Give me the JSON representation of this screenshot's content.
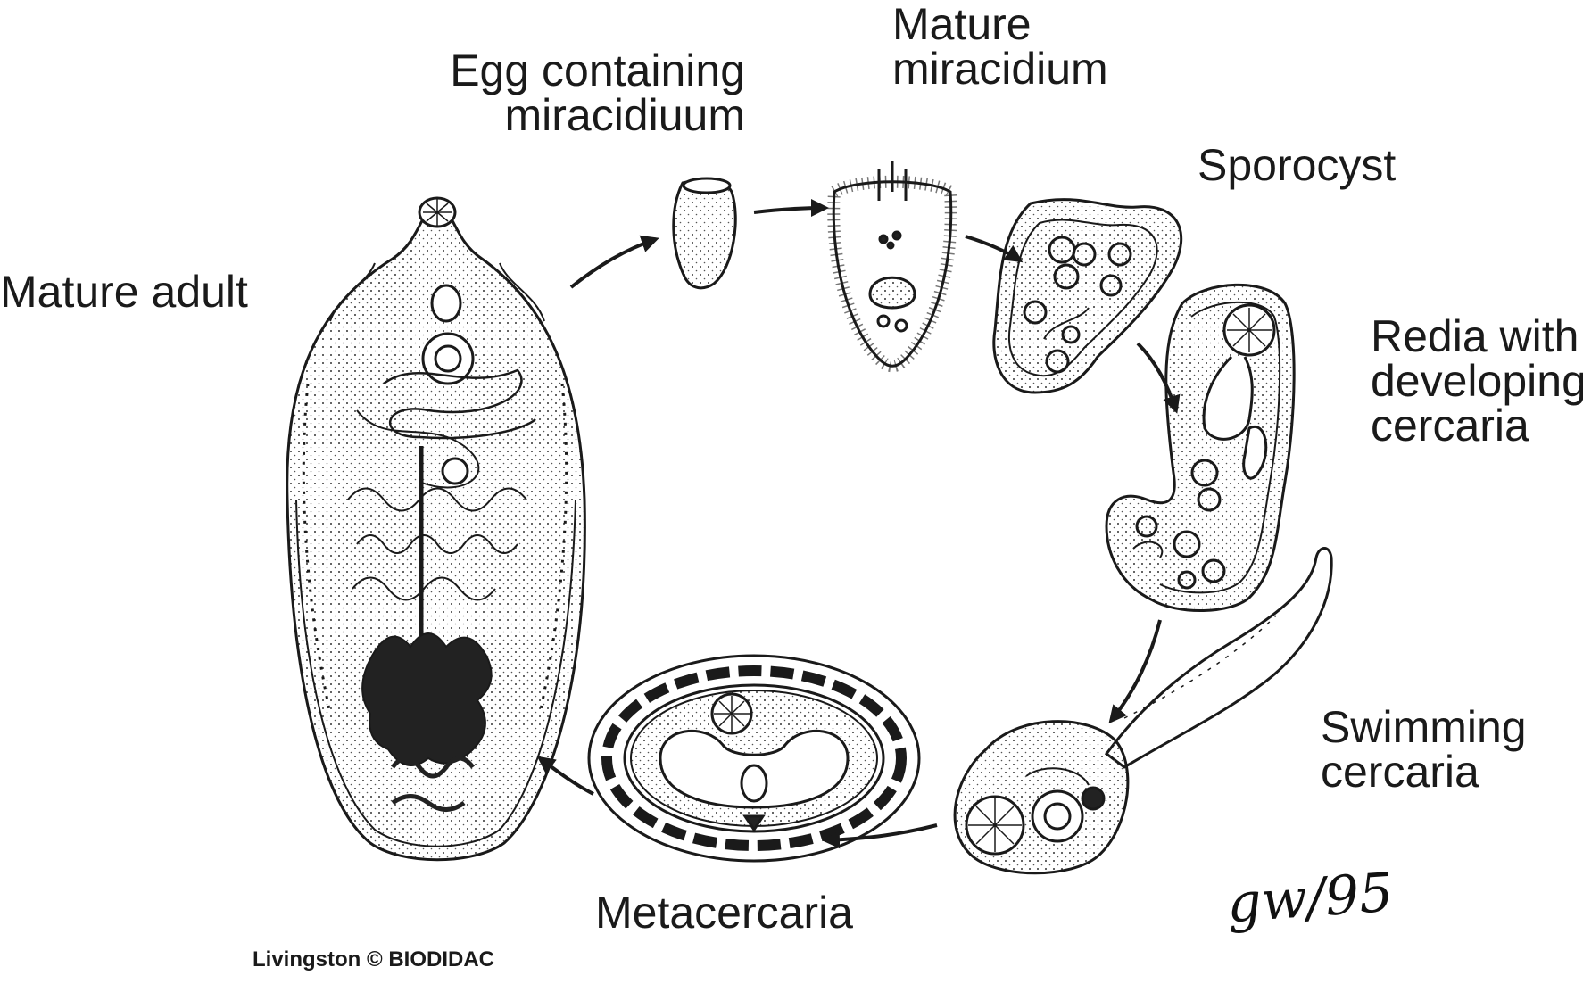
{
  "labels": {
    "mature_adult": "Mature adult",
    "egg_line1": "Egg containing",
    "egg_line2": "miracidiuum",
    "miracidium_line1": "Mature",
    "miracidium_line2": "miracidium",
    "sporocyst": "Sporocyst",
    "redia_line1": "Redia with",
    "redia_line2": "developing",
    "redia_line3": "cercaria",
    "cercaria_line1": "Swimming",
    "cercaria_line2": "cercaria",
    "metacercaria": "Metacercaria"
  },
  "credit": "Livingston © BIODIDAC",
  "signature": "gw/95",
  "colors": {
    "ink": "#1a1a1a",
    "background": "#ffffff"
  }
}
